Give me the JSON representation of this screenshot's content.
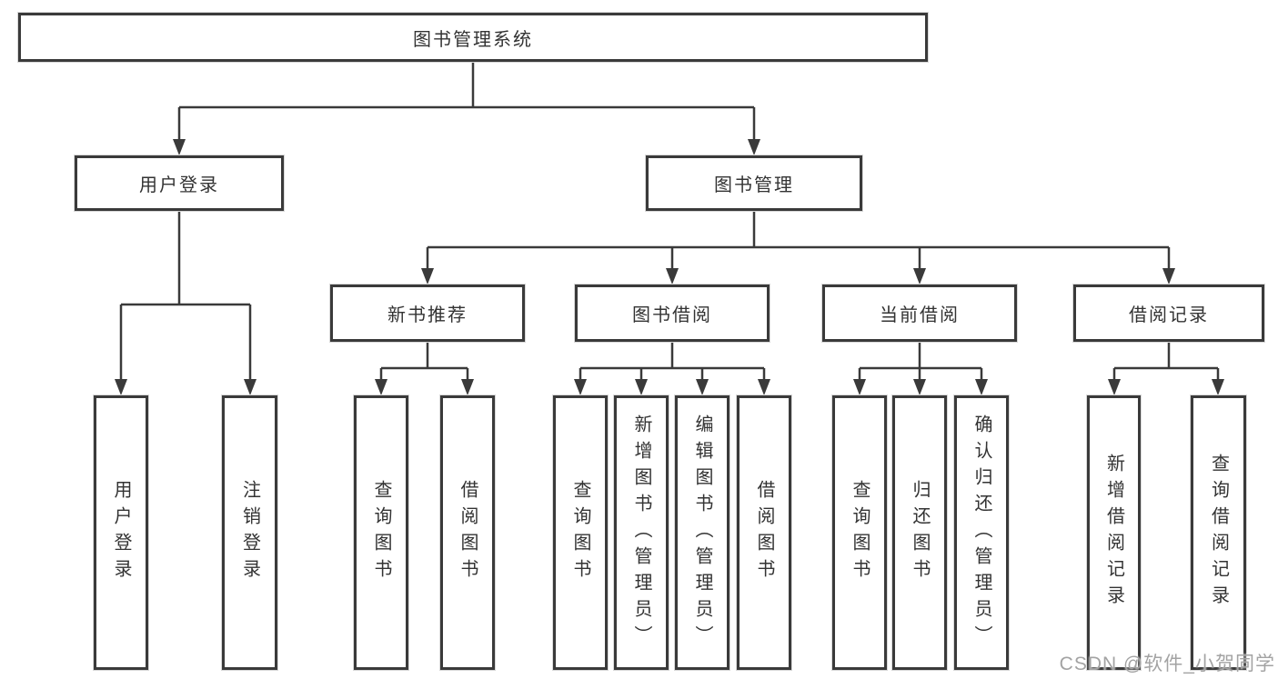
{
  "diagram": {
    "root": {
      "label": "图书管理系统"
    },
    "level2": [
      {
        "label": "用户登录"
      },
      {
        "label": "图书管理"
      }
    ],
    "level3": [
      {
        "label": "新书推荐"
      },
      {
        "label": "图书借阅"
      },
      {
        "label": "当前借阅"
      },
      {
        "label": "借阅记录"
      }
    ],
    "leaves": [
      {
        "label": "用户登录"
      },
      {
        "label": "注销登录"
      },
      {
        "label": "查询图书"
      },
      {
        "label": "借阅图书"
      },
      {
        "label": "查询图书"
      },
      {
        "label": "新增图书（管理员）"
      },
      {
        "label": "编辑图书（管理员）"
      },
      {
        "label": "借阅图书"
      },
      {
        "label": "查询图书"
      },
      {
        "label": "归还图书"
      },
      {
        "label": "确认归还（管理员）"
      },
      {
        "label": "新增借阅记录"
      },
      {
        "label": "查询借阅记录"
      }
    ],
    "colors": {
      "line": "#3a3a3a",
      "text": "#333333",
      "watermark": "#a3a3a3"
    }
  },
  "watermark": {
    "text": "CSDN @软件_小贺同学"
  }
}
